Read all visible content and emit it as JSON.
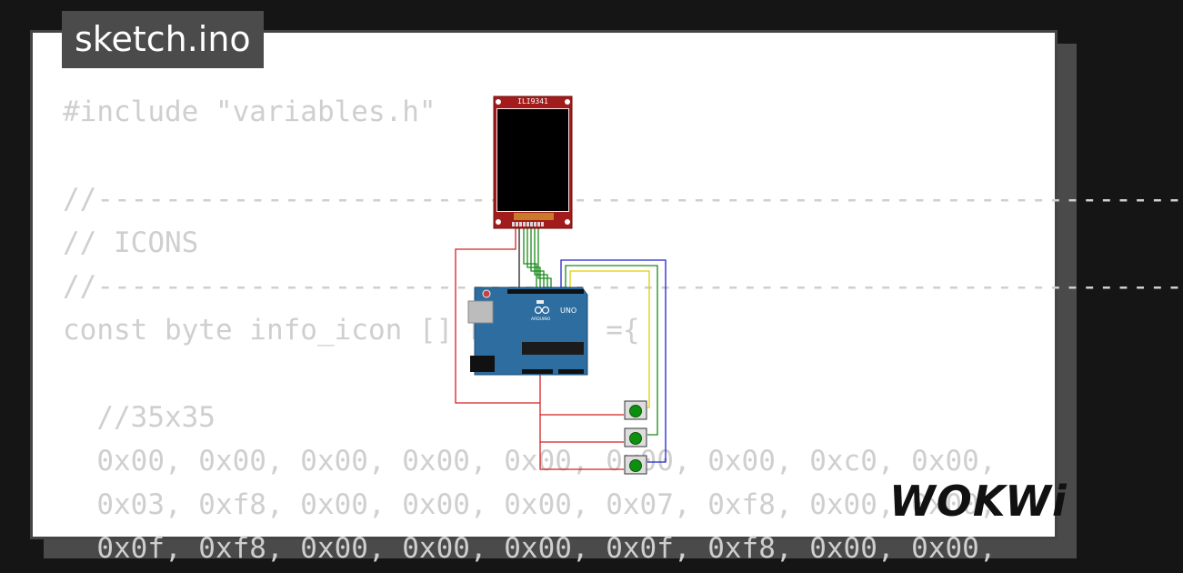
{
  "tab": {
    "filename": "sketch.ino"
  },
  "code_lines": [
    "#include \"variables.h\"",
    "",
    "//----------------------------------------------------------------",
    "// ICONS",
    "//----------------------------------------------------------------",
    "const byte info_icon [] PROGMEM ={",
    "",
    "  //35x35",
    "  0x00, 0x00, 0x00, 0x00, 0x00, 0x00, 0x00, 0xc0, 0x00,",
    "  0x03, 0xf8, 0x00, 0x00, 0x00, 0x07, 0xf8, 0x00, 0x00,",
    "  0x0f, 0xf8, 0x00, 0x00, 0x00, 0x0f, 0xf8, 0x00, 0x00,"
  ],
  "display": {
    "label": "ILI9341"
  },
  "board": {
    "name": "UNO",
    "sublabel": "ARDUINO"
  },
  "buttons_count": 3,
  "brand": {
    "logo": "WOKWi"
  },
  "colors": {
    "background": "#151515",
    "card": "#ffffff",
    "tab_bg": "#4b4b4b",
    "code_text": "#cfcfcf",
    "display_pcb": "#a31c1c",
    "arduino_pcb": "#2d6d9f",
    "button_green": "#0f8f0f",
    "wire_red": "#d22222",
    "wire_green": "#1a8a1a",
    "wire_blue": "#2222cc",
    "wire_yellow": "#e0d000"
  }
}
